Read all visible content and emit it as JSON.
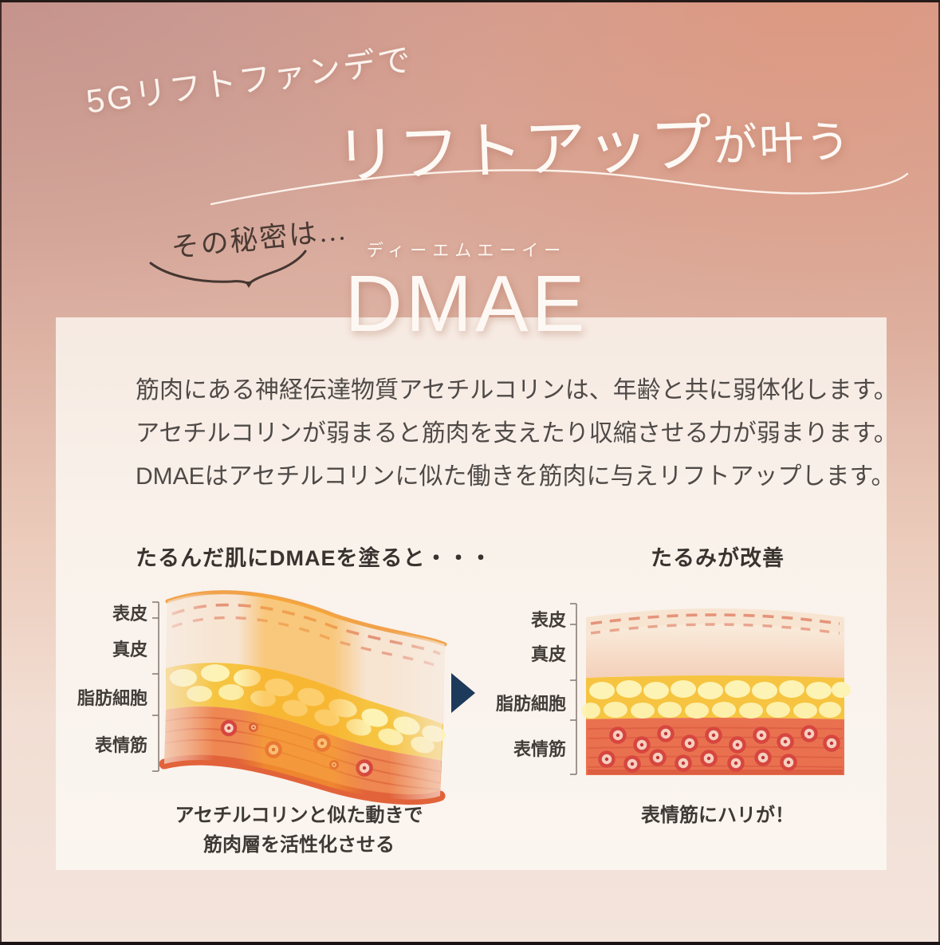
{
  "hero": {
    "eyebrow": "5Gリフトファンデで",
    "title_main": "リフトアップ",
    "title_suffix": "が叶う",
    "secret": "その秘密は…",
    "dmae_reading": "ディーエムエーイー",
    "dmae": "DMAE"
  },
  "description": {
    "lines": [
      "筋肉にある神経伝達物質アセチルコリンは、年齢と共に弱体化します。",
      "アセチルコリンが弱まると筋肉を支えたり収縮させる力が弱まります。",
      "DMAEはアセチルコリンに似た働きを筋肉に与えリフトアップします。"
    ]
  },
  "comparison": {
    "layer_labels": [
      "表皮",
      "真皮",
      "脂肪細胞",
      "表情筋"
    ],
    "before": {
      "heading": "たるんだ肌にDMAEを塗ると・・・",
      "caption_lines": [
        "アセチルコリンと似た動きで",
        "筋肉層を活性化させる"
      ]
    },
    "after": {
      "heading": "たるみが改善",
      "caption": "表情筋にハリが！"
    }
  },
  "colors": {
    "arrow_navy": "#1e3a5b",
    "skin_cream": "#f7e5d2",
    "dash_salmon": "#e5947a",
    "fat_yellow": "#f6c440",
    "fat_cell_cream": "#fdf3b4",
    "muscle_salmon_before": "#ee8751",
    "muscle_salmon_after": "#ea7150",
    "cell_red": "#d6463e",
    "panel_bg": "#f9f1ea",
    "title_white": "#fdf8f4",
    "text_dark": "#39332f",
    "text_body": "#4f4a47"
  }
}
